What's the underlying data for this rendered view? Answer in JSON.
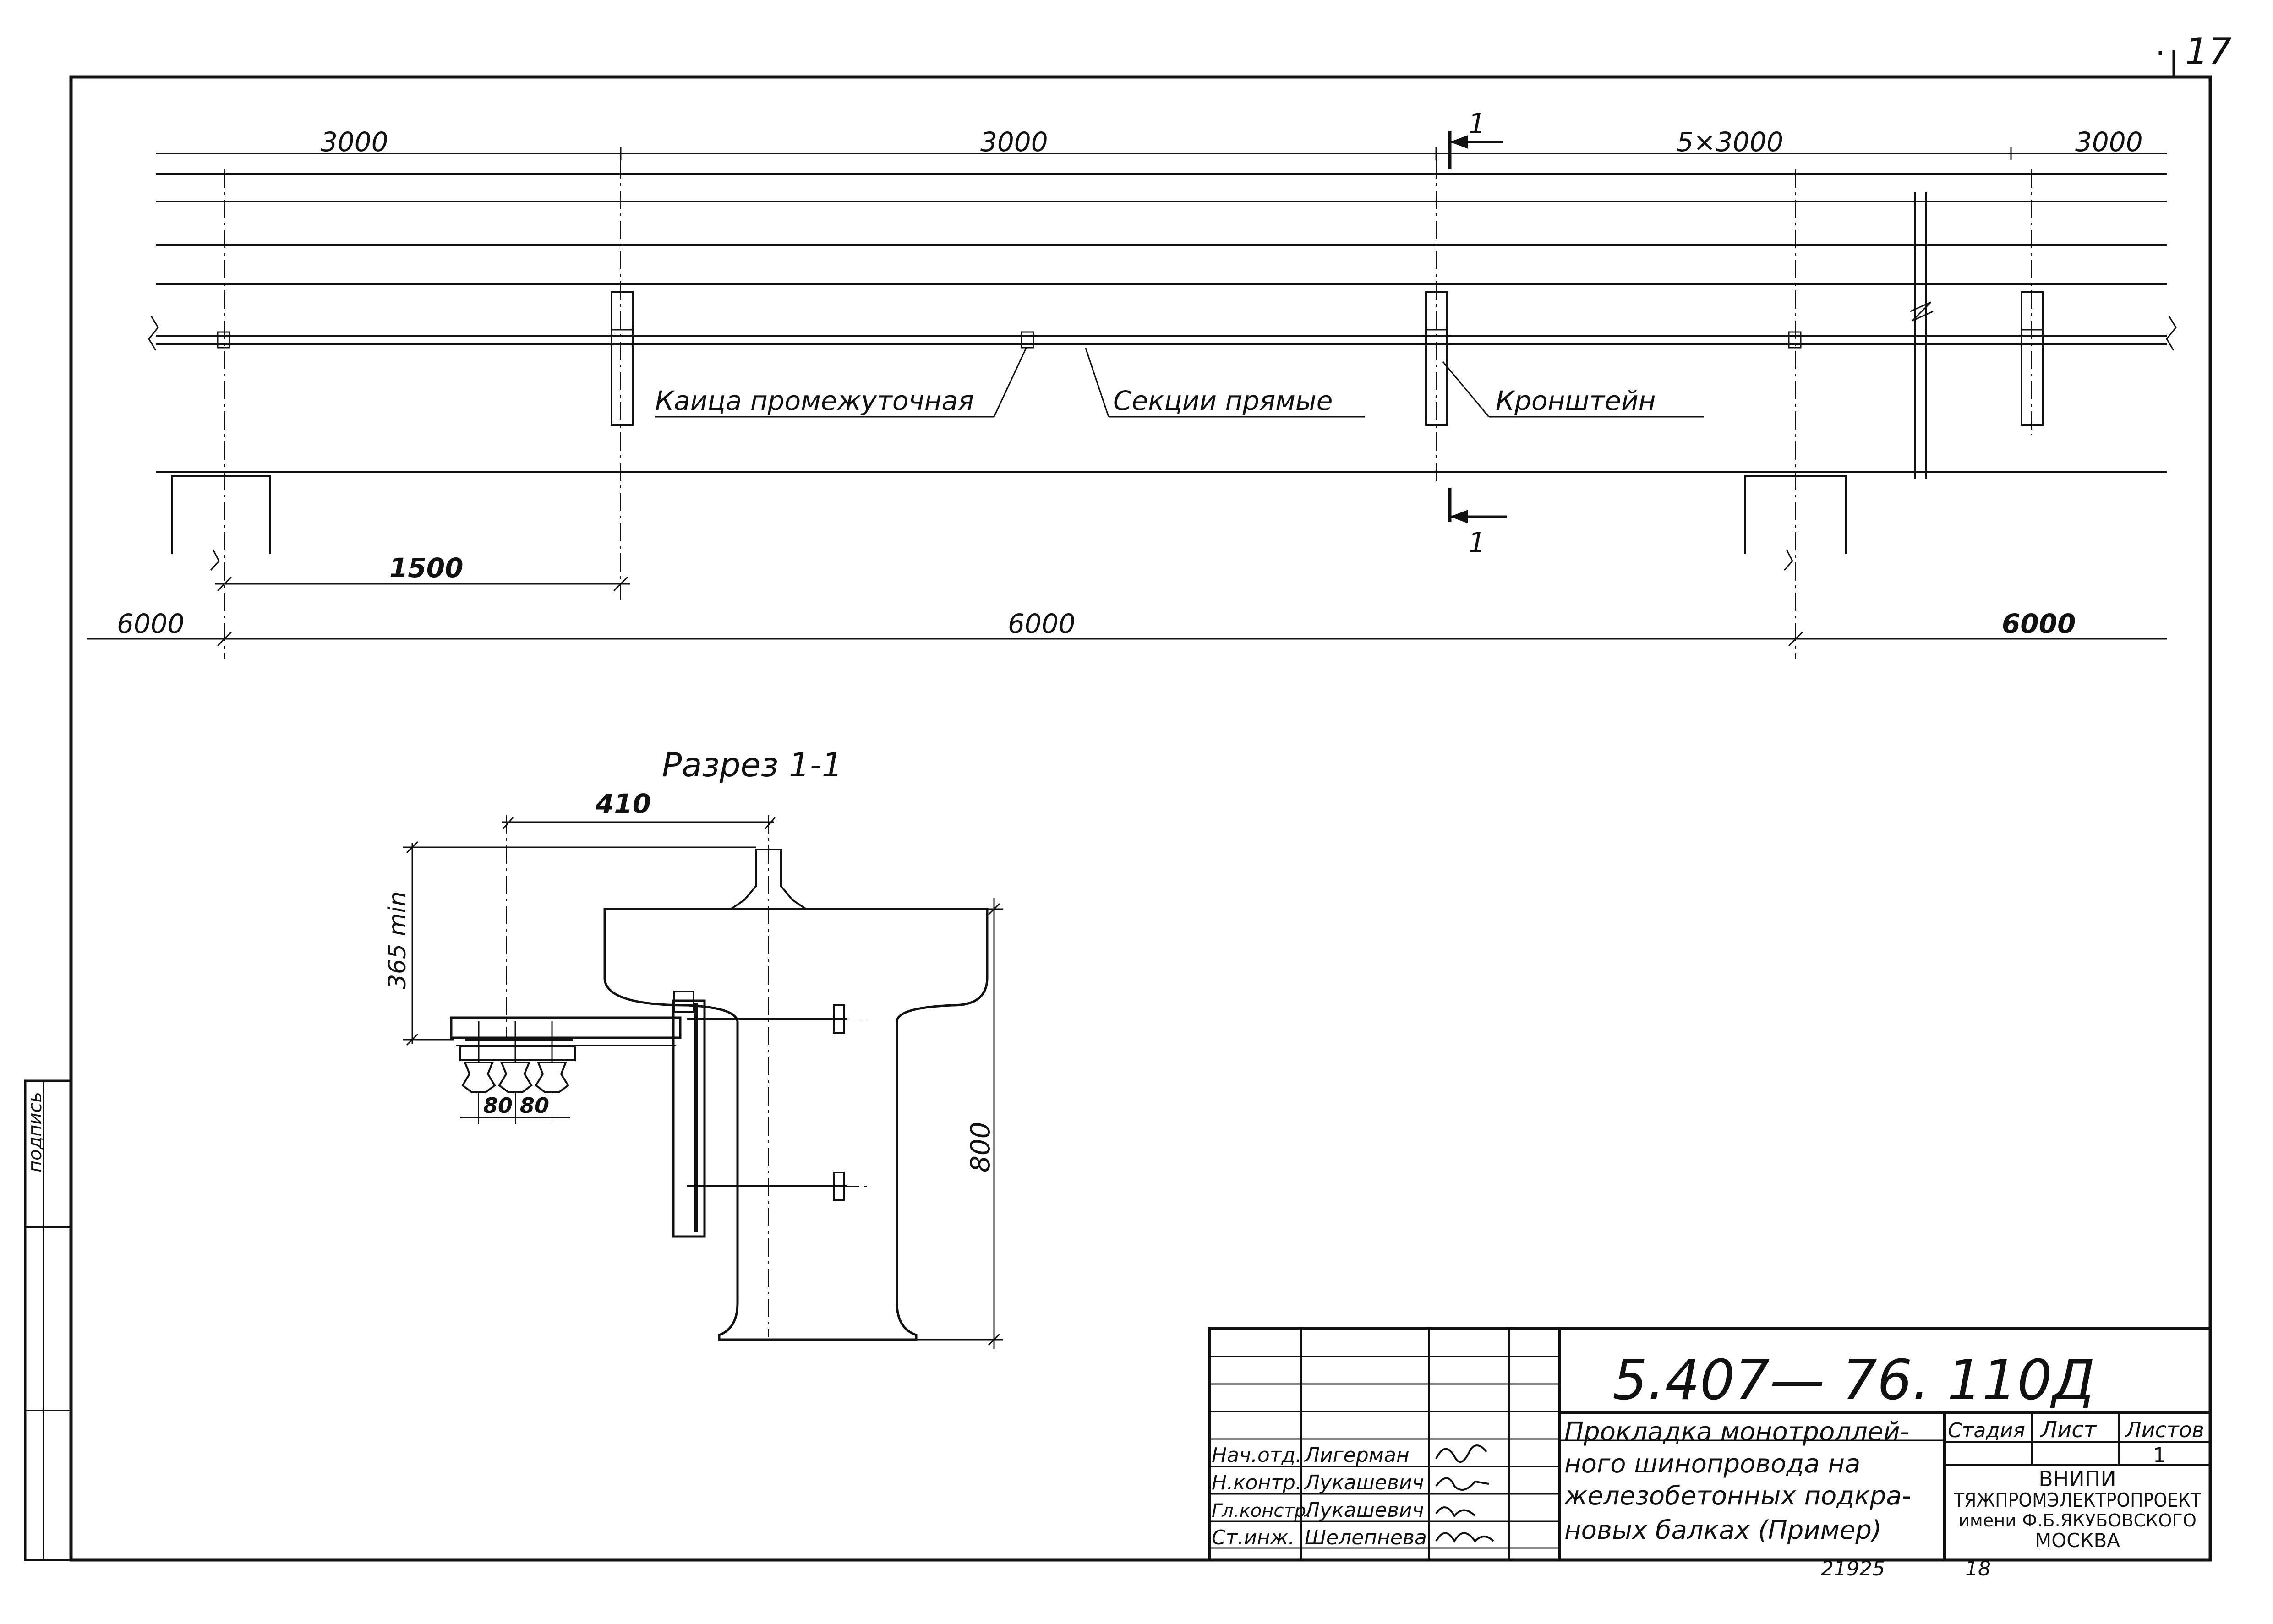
{
  "sheet": {
    "page_number": "17",
    "dot_mark": "·"
  },
  "plan": {
    "dim_top": [
      "3000",
      "3000",
      "5×3000",
      "3000"
    ],
    "dim_1500": "1500",
    "dim_bottom": [
      "6000",
      "6000",
      "6000"
    ],
    "section_mark": "1",
    "callouts": {
      "cap": "Каица промежуточная",
      "sections": "Секции прямые",
      "bracket": "Кронштейн"
    }
  },
  "section": {
    "title": "Разрез 1-1",
    "dim_410": "410",
    "dim_365": "365 min",
    "dim_800": "800",
    "dim_80a": "80",
    "dim_80b": "80"
  },
  "title_block": {
    "code": "5.407— 76. 110Д",
    "description": [
      "Прокладка монотроллей-",
      "ного шинопровода на",
      "железобетонных подкра-",
      "новых балках (Пример)"
    ],
    "headers": {
      "stage": "Стадия",
      "sheet": "Лист",
      "sheets": "Листов"
    },
    "sheets_value": "1",
    "roles": [
      "Нач.отд.",
      "Н.контр.",
      "Гл.констр.",
      "Ст.инж."
    ],
    "names": [
      "Лигерман",
      "Лукашевич",
      "Лукашевич",
      "Шелепнева"
    ],
    "org": [
      "ВНИПИ",
      "ТЯЖПРОМЭЛЕКТРОПРОЕКТ",
      "имени Ф.Б.ЯКУБОВСКОГО",
      "МОСКВА"
    ],
    "footer_left": "21925",
    "footer_right": "18"
  },
  "side_stamp": "подпись"
}
